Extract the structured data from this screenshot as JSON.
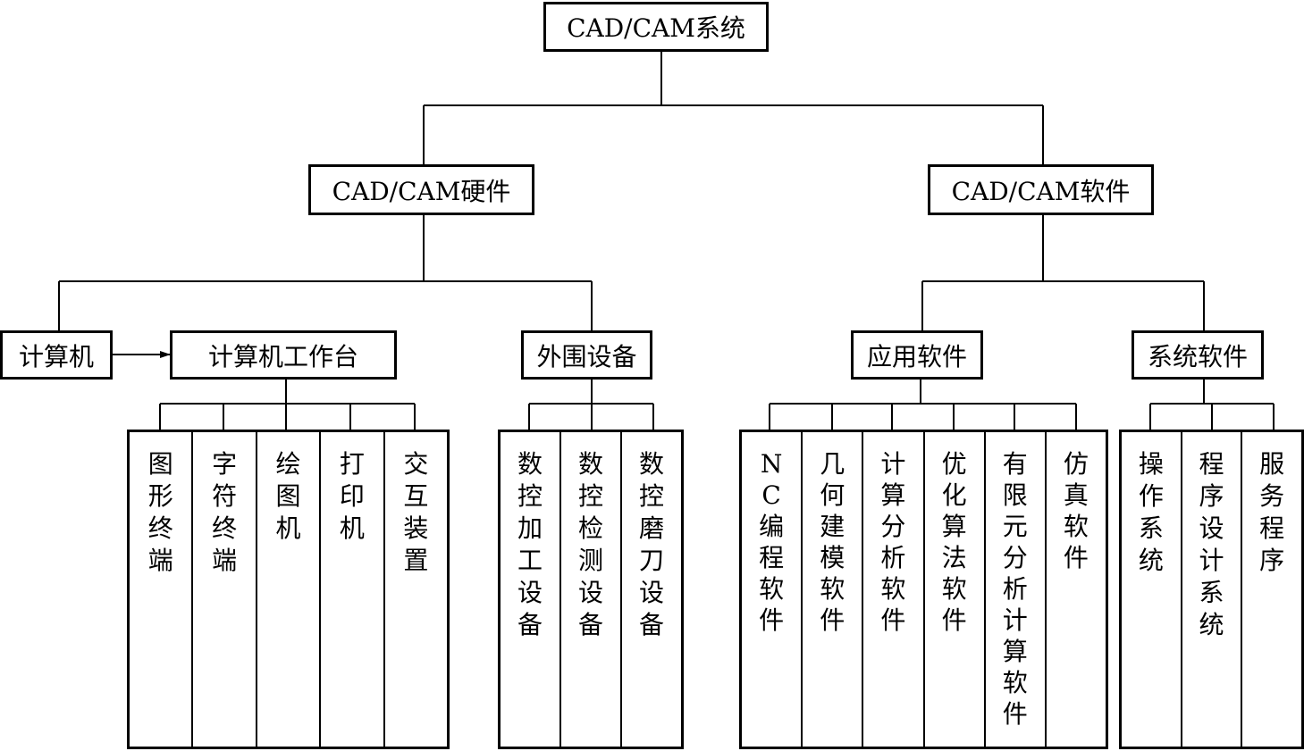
{
  "root": "CAD/CAM系统",
  "hardware": {
    "label": "CAD/CAM硬件",
    "computer": "计算机",
    "workstation": "计算机工作台",
    "workstation_items": [
      "图形终端",
      "字符终端",
      "绘图机",
      "打印机",
      "交互装置"
    ],
    "peripheral": "外围设备",
    "peripheral_items": [
      "数控加工设备",
      "数控检测设备",
      "数控磨刀设备"
    ]
  },
  "software": {
    "label": "CAD/CAM软件",
    "application": "应用软件",
    "application_items": [
      "NC编程软件",
      "几何建模软件",
      "计算分析软件",
      "优化算法软件",
      "有限元分析计算软件",
      "仿真软件"
    ],
    "system": "系统软件",
    "system_items": [
      "操作系统",
      "程序设计系统",
      "服务程序"
    ]
  }
}
